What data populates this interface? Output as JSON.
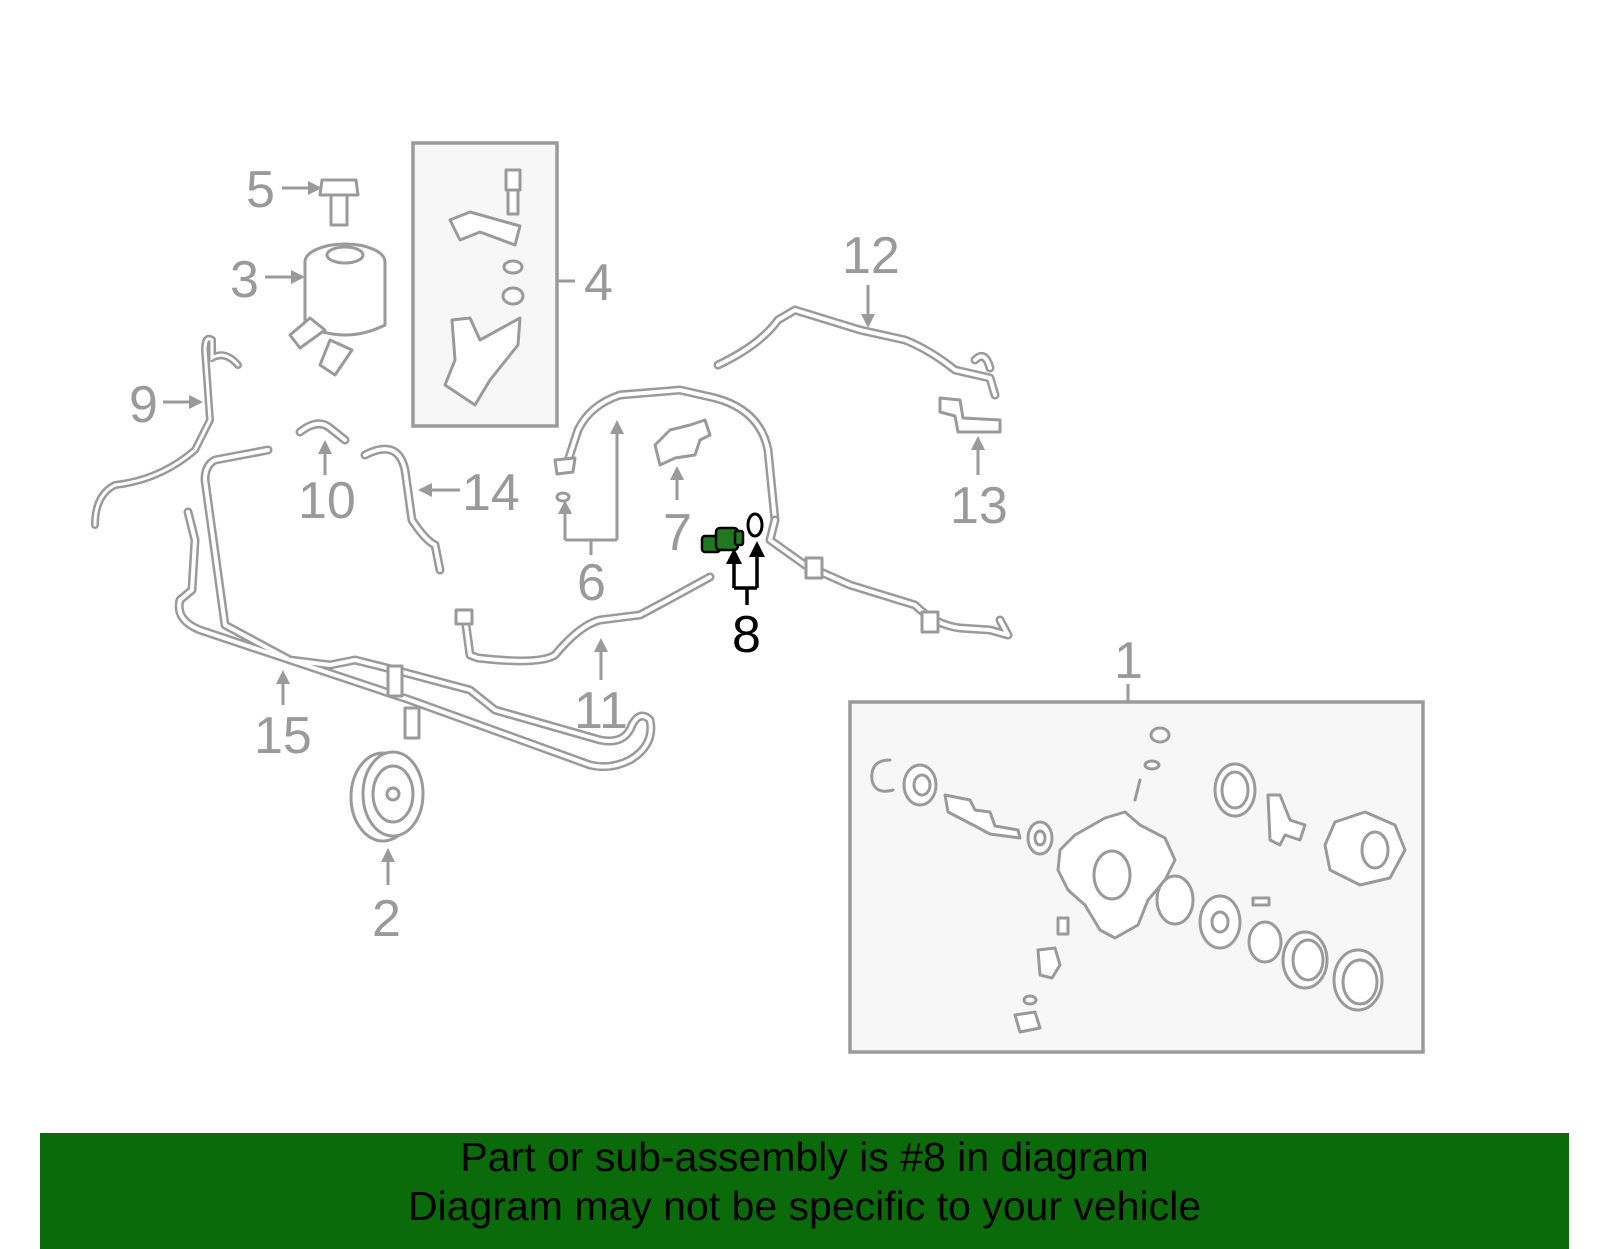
{
  "callouts": {
    "c1": "1",
    "c2": "2",
    "c3": "3",
    "c4": "4",
    "c5": "5",
    "c6": "6",
    "c7": "7",
    "c8": "8",
    "c9": "9",
    "c10": "10",
    "c11": "11",
    "c12": "12",
    "c13": "13",
    "c14": "14",
    "c15": "15"
  },
  "highlighted_part": "8",
  "banner": {
    "line1": "Part or sub-assembly is #8 in diagram",
    "line2": "Diagram may not be specific to your vehicle"
  },
  "colors": {
    "banner_bg": "#0b6b0b",
    "highlight_part": "#1f7a1f",
    "line_art": "#9a9a9a",
    "box_fill": "#f7f7f7"
  }
}
